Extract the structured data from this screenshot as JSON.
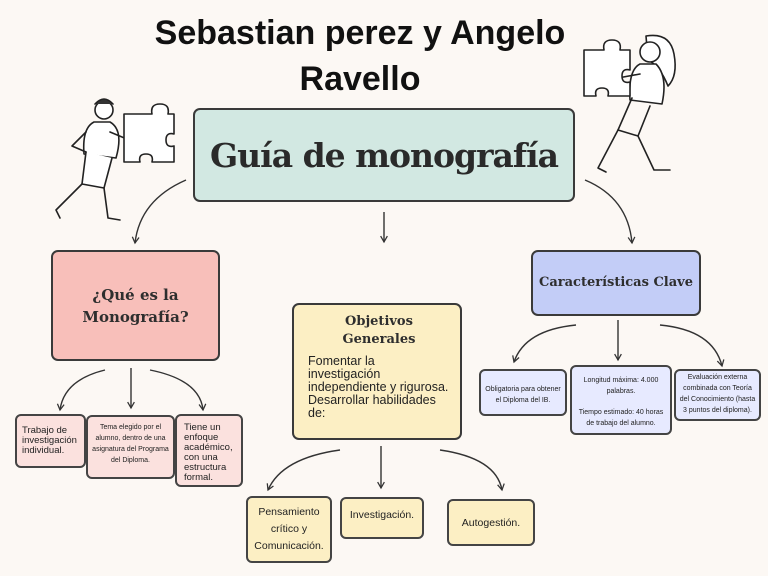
{
  "authors": "Sebastian perez y Angelo Ravello",
  "main_title": "Guía de monografía",
  "que_es": {
    "title": "¿Qué es la Monografía?",
    "children": [
      "Trabajo de investigación individual.",
      "Tema elegido por el alumno, dentro de una asignatura del Programa del Diploma.",
      "Tiene un enfoque académico, con una estructura formal."
    ]
  },
  "objetivos": {
    "title": "Objetivos Generales",
    "body": "Fomentar la investigación independiente y rigurosa. Desarrollar habilidades de:",
    "children": [
      "Pensamiento crítico y Comunicación.",
      "Investigación.",
      "Autogestión."
    ]
  },
  "caracteristicas": {
    "title": "Características Clave",
    "children": [
      "Obligatoria para obtener el Diploma del IB.",
      "Longitud máxima: 4.000 palabras.",
      "Tiempo estimado: 40 horas de trabajo del alumno.",
      "Evaluación externa combinada con Teoría del Conocimiento (hasta 3 puntos del diploma)."
    ]
  },
  "colors": {
    "main": "#d2e8e2",
    "que_es": "#f8bfba",
    "objetivos": "#fcefc4",
    "caracteristicas": "#c3cdf7"
  },
  "illustrations": [
    "person-with-puzzle-piece-left",
    "person-with-puzzle-piece-right"
  ]
}
